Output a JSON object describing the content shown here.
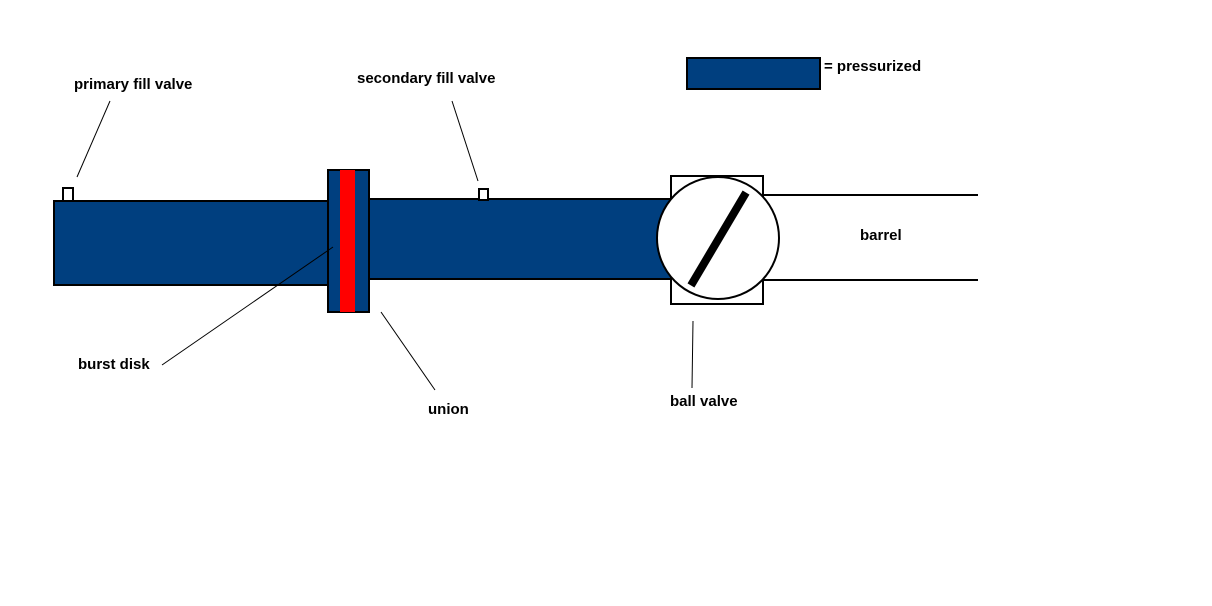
{
  "colors": {
    "pressurized": "#003F7F",
    "burst_disk": "#FF0000",
    "outline": "#000000",
    "background": "#FFFFFF"
  },
  "legend": {
    "label": "= pressurized"
  },
  "labels": {
    "primary_fill_valve": "primary fill valve",
    "secondary_fill_valve": "secondary fill valve",
    "barrel": "barrel",
    "burst_disk": "burst disk",
    "union": "union",
    "ball_valve": "ball valve"
  }
}
